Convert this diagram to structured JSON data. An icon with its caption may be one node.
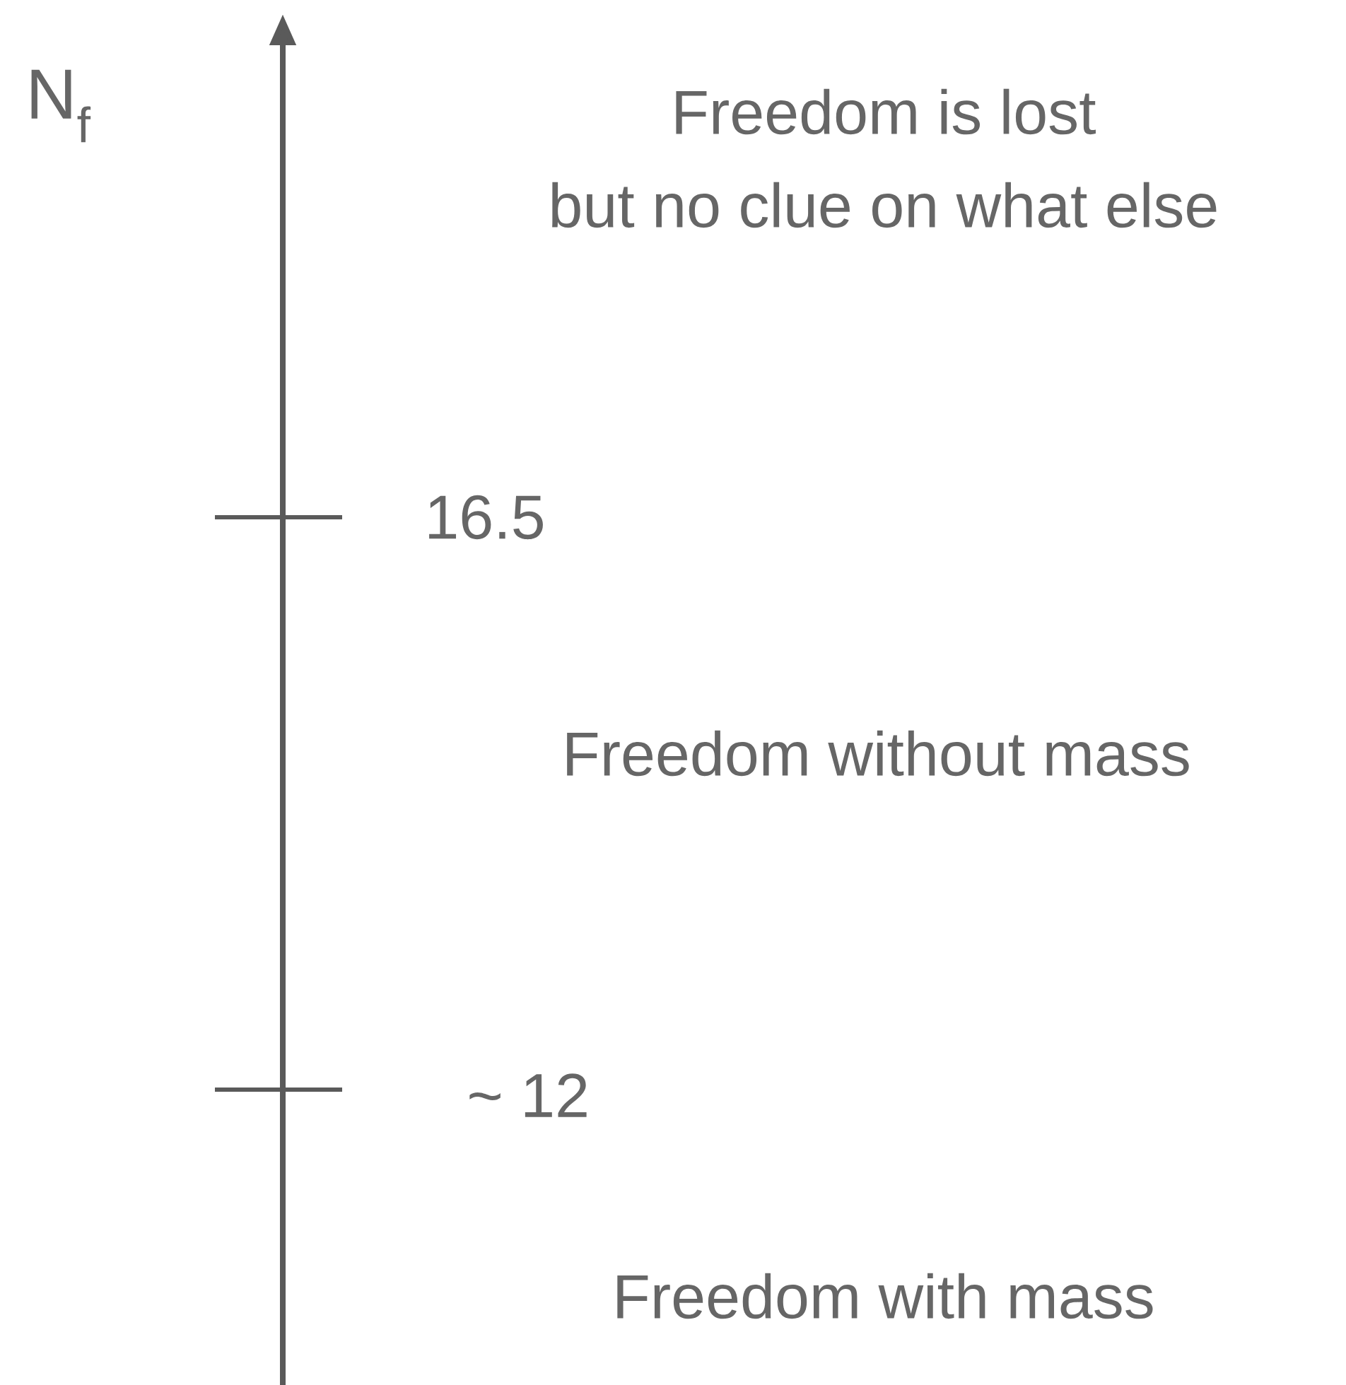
{
  "diagram": {
    "labels": [
      "N$_{f}$",
      "Freedom is lost but no clue on what else",
      "16.5",
      "Freedom without mass",
      "~ 12",
      "Freedom with mass"
    ]
  }
}
